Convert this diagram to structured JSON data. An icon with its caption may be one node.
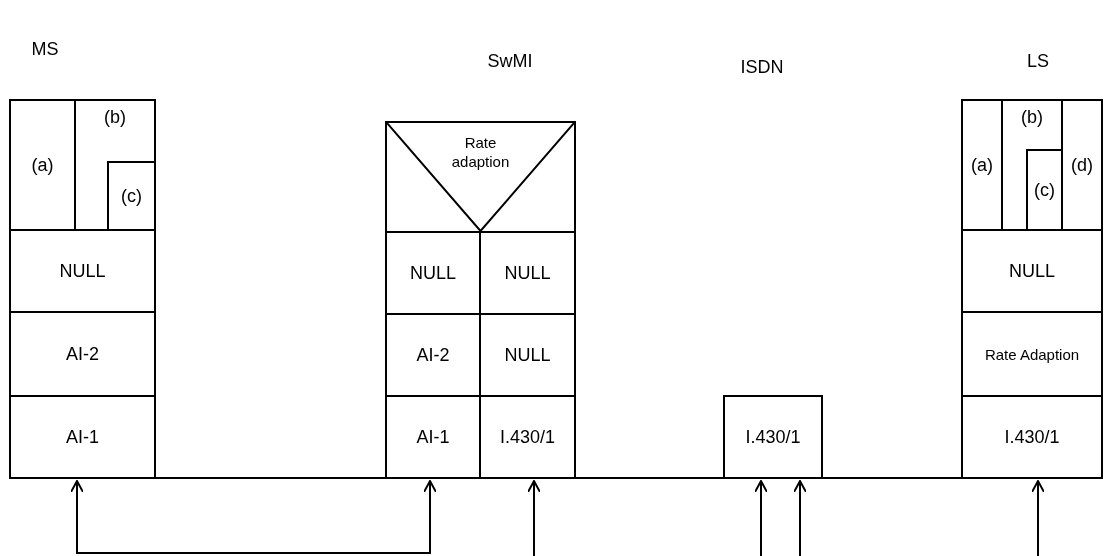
{
  "diagram": {
    "nodes": [
      {
        "text": [
          "MS"
        ]
      },
      {
        "text": [
          "(a)"
        ],
        "in": 0
      },
      {
        "text": [
          "(b)"
        ],
        "in": 0
      },
      {
        "text": [
          "(c)"
        ],
        "in": 2
      },
      {
        "text": [
          "NULL"
        ],
        "in": 0
      },
      {
        "text": [
          "AI-2"
        ],
        "in": 0
      },
      {
        "text": [
          "AI-1"
        ],
        "in": 0
      },
      {
        "text": [
          "SwMI"
        ]
      },
      {
        "text": [
          "Rate adaption"
        ],
        "in": 7
      },
      {
        "text": [
          "NULL"
        ],
        "in": 7
      },
      {
        "text": [
          "NULL"
        ],
        "in": 7
      },
      {
        "text": [
          "AI-2"
        ],
        "in": 7
      },
      {
        "text": [
          "NULL"
        ],
        "in": 7
      },
      {
        "text": [
          "AI-1"
        ],
        "in": 7
      },
      {
        "text": [
          "I.430/1"
        ],
        "in": 7
      },
      {
        "text": [
          "I.430/1"
        ]
      },
      {
        "text": [
          "LS"
        ]
      },
      {
        "text": [
          "(a)"
        ],
        "in": 16
      },
      {
        "text": [
          "(b)"
        ],
        "in": 16
      },
      {
        "text": [
          "(c)"
        ],
        "in": 18
      },
      {
        "text": [
          "(d)"
        ],
        "in": 16
      },
      {
        "text": [
          "NULL"
        ],
        "in": 16
      },
      {
        "text": [
          "Rate Adaption"
        ],
        "in": 16
      },
      {
        "text": [
          "I.430/1"
        ],
        "in": 16
      }
    ],
    "edges": [
      {
        "from": 0,
        "to": 7,
        "arrow": "none"
      },
      {
        "from": 7,
        "to": 15,
        "arrow": "none"
      },
      {
        "from": 15,
        "to": 16,
        "arrow": "none"
      },
      {
        "from": 6,
        "to": 13,
        "arrow": "both"
      },
      {
        "from": null,
        "to": 14,
        "arrow": "to"
      },
      {
        "from": null,
        "to": 15,
        "arrow": "to"
      },
      {
        "from": null,
        "to": 15,
        "arrow": "to"
      },
      {
        "from": null,
        "to": 23,
        "arrow": "to"
      }
    ],
    "labels": [
      "ISDN"
    ]
  }
}
